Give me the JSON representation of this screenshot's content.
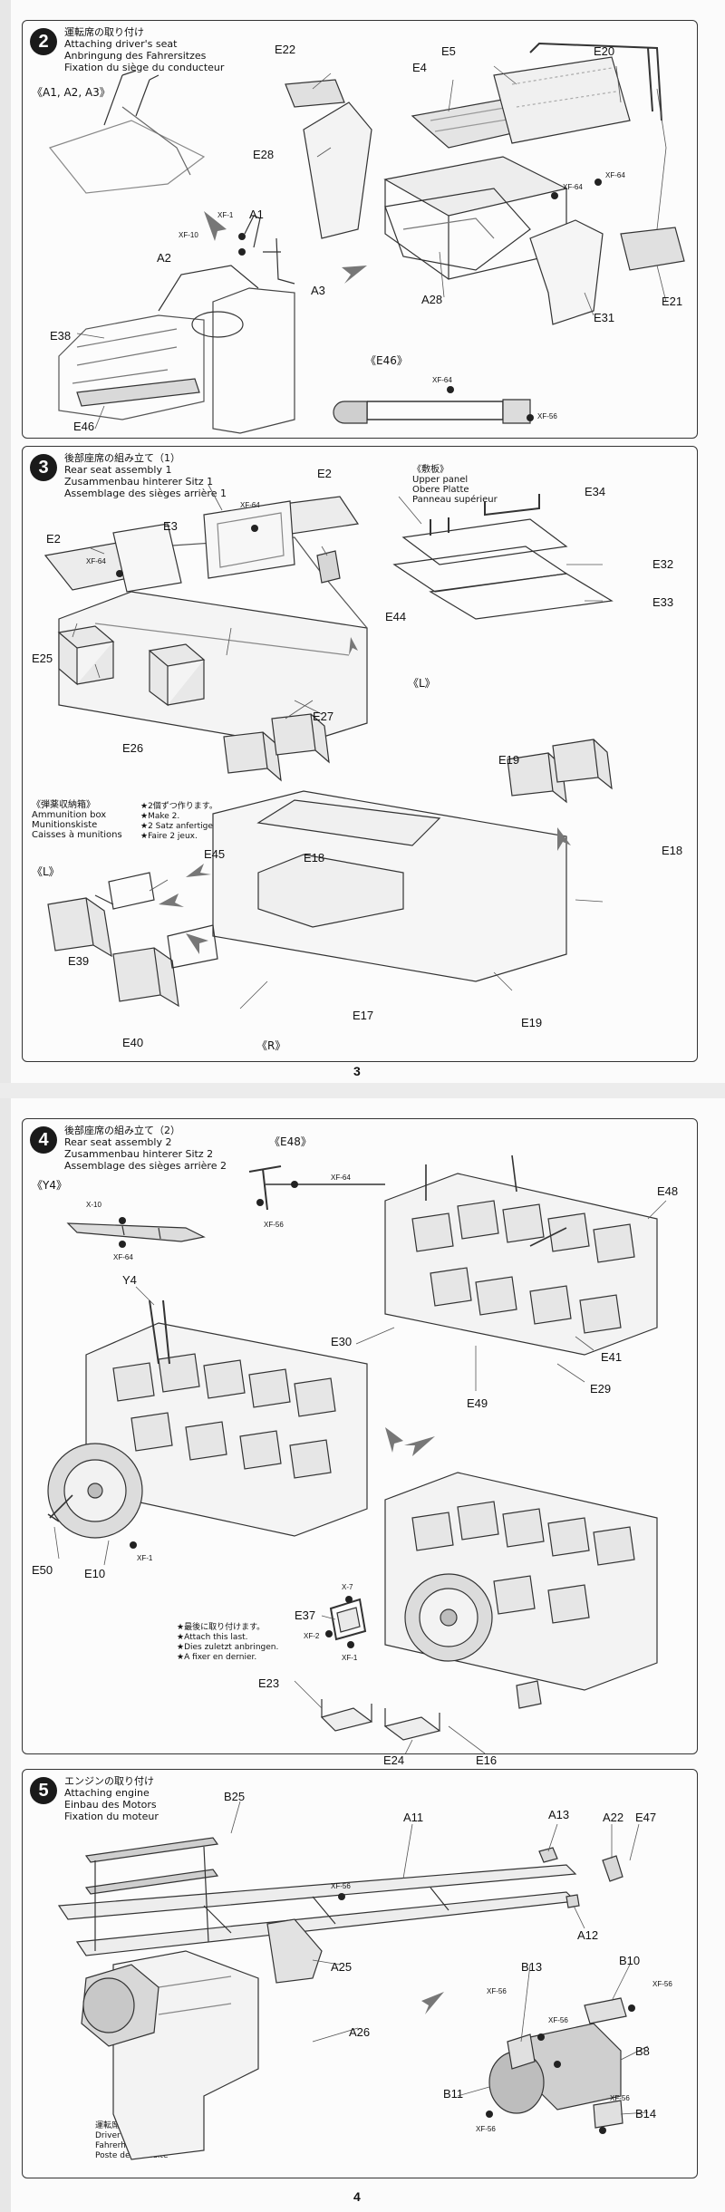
{
  "pages": [
    {
      "number": "3"
    },
    {
      "number": "4"
    }
  ],
  "steps": [
    {
      "number": "2",
      "title_jp": "運転席の取り付け",
      "title_en": "Attaching driver's seat",
      "title_de": "Anbringung des Fahrersitzes",
      "title_fr": "Fixation du siège du conducteur",
      "subset": "《A1, A2, A3》",
      "detail": "《E46》",
      "labels": {
        "E22": "E22",
        "E5": "E5",
        "E20": "E20",
        "E4": "E4",
        "E28": "E28",
        "XF64a": "XF-64",
        "XF64b": "XF-64",
        "XF64c": "XF-64",
        "XF1": "XF-1",
        "A1": "A1",
        "XF10": "XF-10",
        "A2": "A2",
        "A3": "A3",
        "A28": "A28",
        "E31": "E31",
        "E21": "E21",
        "E38": "E38",
        "E46": "E46",
        "XF56": "XF-56"
      }
    },
    {
      "number": "3",
      "title_jp": "後部座席の組み立て（1）",
      "title_en": "Rear seat assembly 1",
      "title_de": "Zusammenbau hinterer Sitz 1",
      "title_fr": "Assemblage des sièges arrière 1",
      "panel_jp": "《敷板》",
      "panel_en": "Upper panel",
      "panel_de": "Obere Platte",
      "panel_fr": "Panneau supérieur",
      "ammo_jp": "《弾薬収納箱》",
      "ammo_en": "Ammunition box",
      "ammo_de": "Munitionskiste",
      "ammo_fr": "Caisses à munitions",
      "make_jp": "★2個ずつ作ります。",
      "make_en": "★Make 2.",
      "make_de": "★2 Satz anfertigen.",
      "make_fr": "★Faire 2 jeux.",
      "left": "《L》",
      "right": "《R》",
      "labels": {
        "E2a": "E2",
        "E2b": "E2",
        "XF64a": "XF-64",
        "XF64b": "XF-64",
        "E3": "E3",
        "E34": "E34",
        "E44": "E44",
        "E32": "E32",
        "E33": "E33",
        "E25": "E25",
        "E27": "E27",
        "E26": "E26",
        "E19a": "E19",
        "E19b": "E19",
        "E18a": "E18",
        "E18b": "E18",
        "E45": "E45",
        "E39": "E39",
        "E40": "E40",
        "E17": "E17"
      }
    },
    {
      "number": "4",
      "title_jp": "後部座席の組み立て（2）",
      "title_en": "Rear seat assembly 2",
      "title_de": "Zusammenbau hinterer Sitz 2",
      "title_fr": "Assemblage des sièges arrière 2",
      "subset_y4": "《Y4》",
      "subset_e48": "《E48》",
      "last_jp": "★最後に取り付けます。",
      "last_en": "★Attach this last.",
      "last_de": "★Dies zuletzt anbringen.",
      "last_fr": "★A fixer en dernier.",
      "labels": {
        "X10": "X-10",
        "XF64a": "XF-64",
        "XF64b": "XF-64",
        "XF56": "XF-56",
        "E48": "E48",
        "Y4": "Y4",
        "E30": "E30",
        "E41": "E41",
        "E29": "E29",
        "E49": "E49",
        "E50": "E50",
        "E10": "E10",
        "XF1a": "XF-1",
        "X7": "X-7",
        "E37": "E37",
        "XF2": "XF-2",
        "XF1b": "XF-1",
        "E23": "E23",
        "E24": "E24",
        "E16": "E16"
      }
    },
    {
      "number": "5",
      "title_jp": "エンジンの取り付け",
      "title_en": "Attaching engine",
      "title_de": "Einbau des Motors",
      "title_fr": "Fixation du moteur",
      "cabin_jp": "運転席",
      "cabin_en": "Driver's cabin",
      "cabin_de": "Fahrerhaus",
      "cabin_fr": "Poste de conduite",
      "labels": {
        "B25": "B25",
        "A11": "A11",
        "A13": "A13",
        "A22": "A22",
        "E47": "E47",
        "XF56a": "XF-56",
        "A12": "A12",
        "A25": "A25",
        "B13": "B13",
        "B10": "B10",
        "XF56b": "XF-56",
        "XF56c": "XF-56",
        "XF56d": "XF-56",
        "B8": "B8",
        "A26": "A26",
        "XF56e": "XF-56",
        "B11": "B11",
        "XF56f": "XF-56",
        "B14": "B14"
      }
    }
  ]
}
